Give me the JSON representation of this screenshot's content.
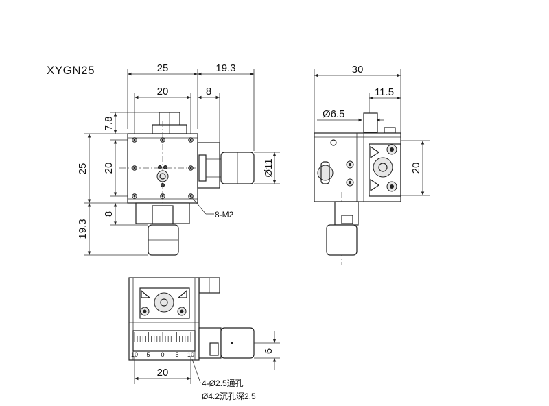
{
  "title": "XYGN25",
  "top_view": {
    "dim_width": "25",
    "dim_overhang_right": "19.3",
    "dim_hole_span_x": "20",
    "dim_knob_offset_x": "8",
    "dim_knob_height": "7.8",
    "dim_height": "25",
    "dim_hole_span_y": "20",
    "dim_overhang_bottom": "19.3",
    "dim_knob_offset_y": "8",
    "dim_knob_diameter": "Ø11",
    "hole_callout": "8-M2"
  },
  "side_view": {
    "dim_total": "30",
    "dim_offset": "11.5",
    "dim_diameter": "Ø6.5",
    "dim_height": "20"
  },
  "front_view": {
    "dim_hole_span": "20",
    "dim_height": "6",
    "scale_labels": [
      "10",
      "5",
      "0",
      "5",
      "10"
    ],
    "callout_line1": "4-Ø2.5通孔",
    "callout_line2": "Ø4.2沉孔深2.5"
  }
}
